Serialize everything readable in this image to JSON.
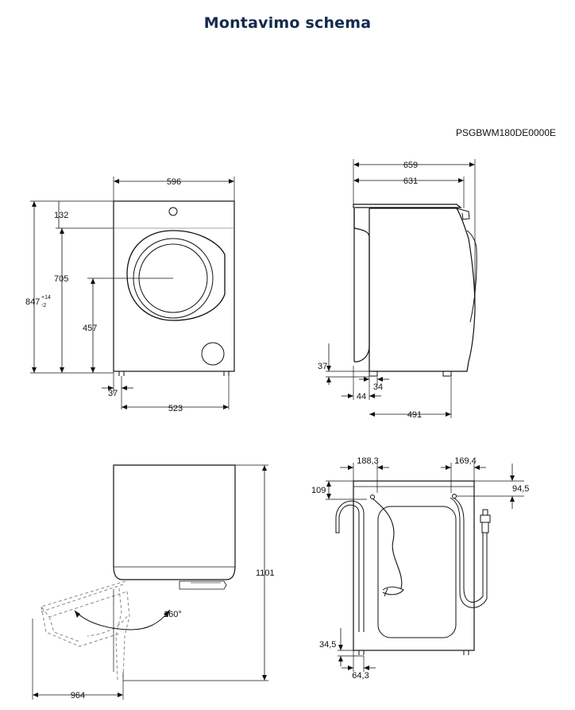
{
  "title": "Montavimo schema",
  "model": "PSGBWM180DE0000E",
  "front": {
    "width": "596",
    "top": "132",
    "height_door": "705",
    "height_total": "847",
    "tol_plus": "+14",
    "tol_minus": "-2",
    "door_center": "457",
    "foot_offset": "37",
    "feet_span": "523"
  },
  "side": {
    "depth_total": "659",
    "depth_body": "631",
    "foot_height": "37",
    "foot_width": "34",
    "front_offset": "44",
    "feet_span": "491"
  },
  "top": {
    "door_angle": "160°",
    "height": "1101",
    "depth_open": "964"
  },
  "back": {
    "left_inlet": "188,3",
    "right_inlet": "169,4",
    "top_left": "109",
    "top_right": "94,5",
    "bottom": "34,5",
    "foot_offset": "64,3"
  }
}
